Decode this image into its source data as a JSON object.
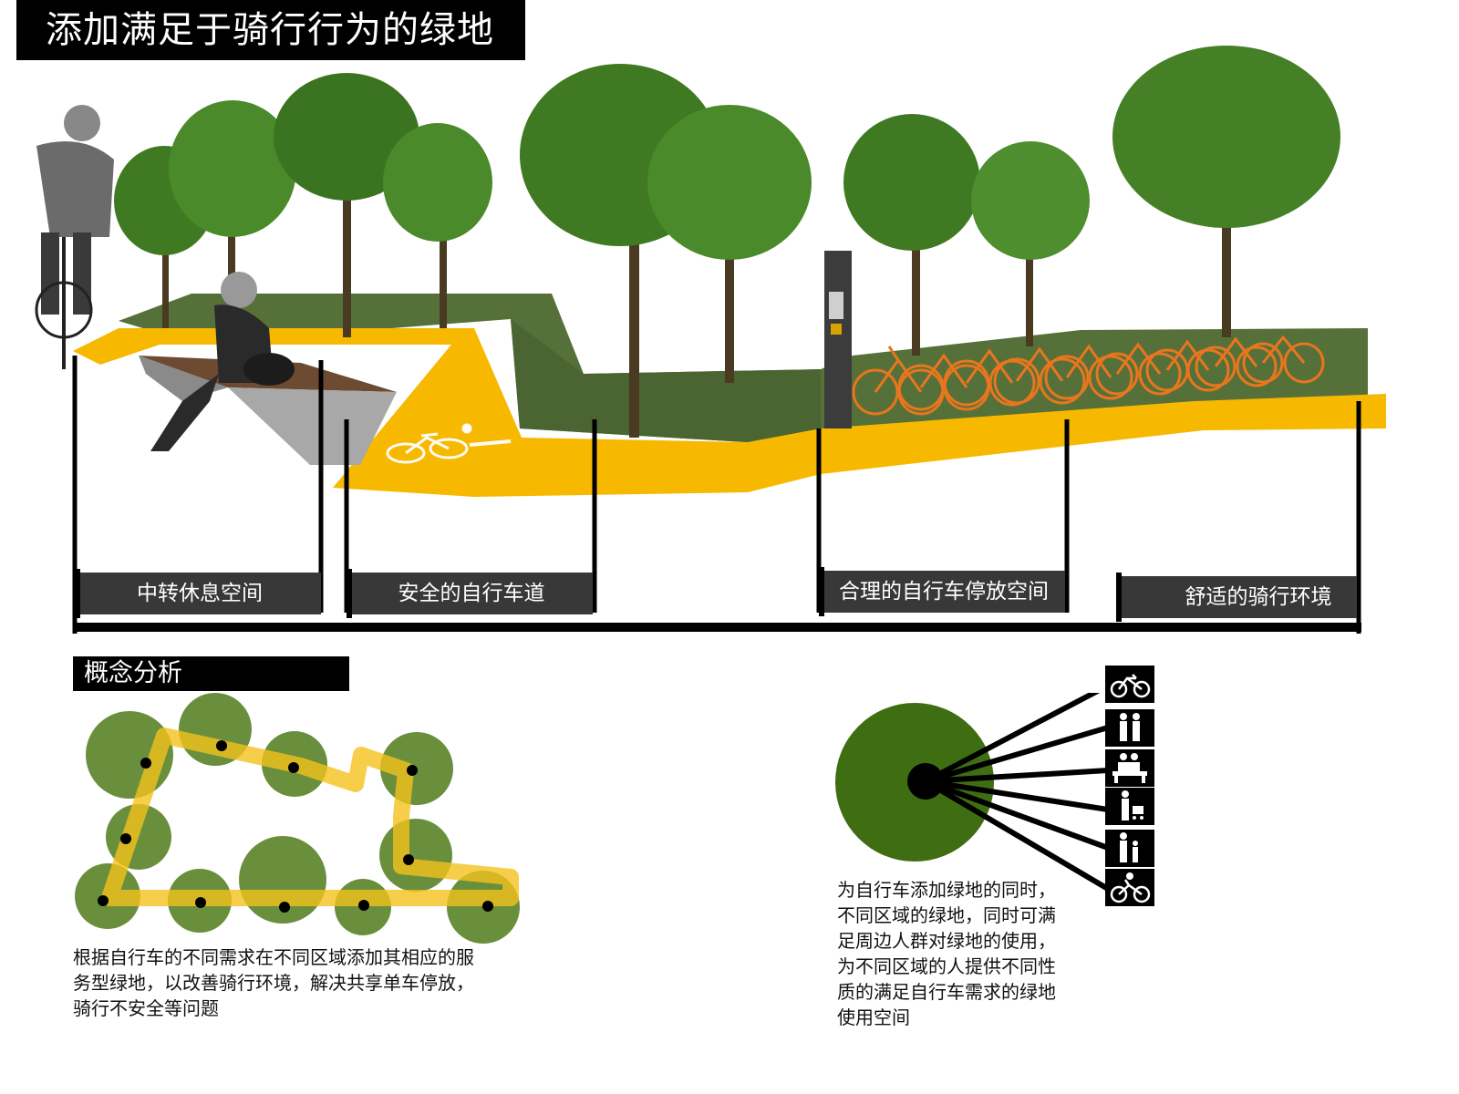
{
  "title": "添加满足于骑行行为的绿地",
  "labels": {
    "rest_space": "中转休息空间",
    "safe_lane": "安全的自行车道",
    "parking_space": "合理的自行车停放空间",
    "comfortable_env": "舒适的骑行环境"
  },
  "concept": {
    "heading": "概念分析",
    "left_text_lines": [
      "根据自行车的不同需求在不同区域添加其相应的服",
      "务型绿地，以改善骑行环境，解决共享单车停放，",
      "骑行不安全等问题"
    ],
    "right_text_lines": [
      "为自行车添加绿地的同时，",
      "不同区域的绿地，同时可满",
      "足周边人群对绿地的使用，",
      "为不同区域的人提供不同性",
      "质的满足自行车需求的绿地",
      "使用空间"
    ]
  },
  "icons": [
    "bicycle-icon",
    "couple-walking-icon",
    "people-on-bench-icon",
    "shopping-cart-person-icon",
    "parent-child-icon",
    "cyclist-icon"
  ],
  "colors": {
    "lane_yellow": "#f7b800",
    "grass_green": "#5a7a3a",
    "concept_green": "#6a8f3c",
    "hub_green": "#3f6e12",
    "bike_orange": "#e8761e",
    "label_gray": "#383838"
  }
}
